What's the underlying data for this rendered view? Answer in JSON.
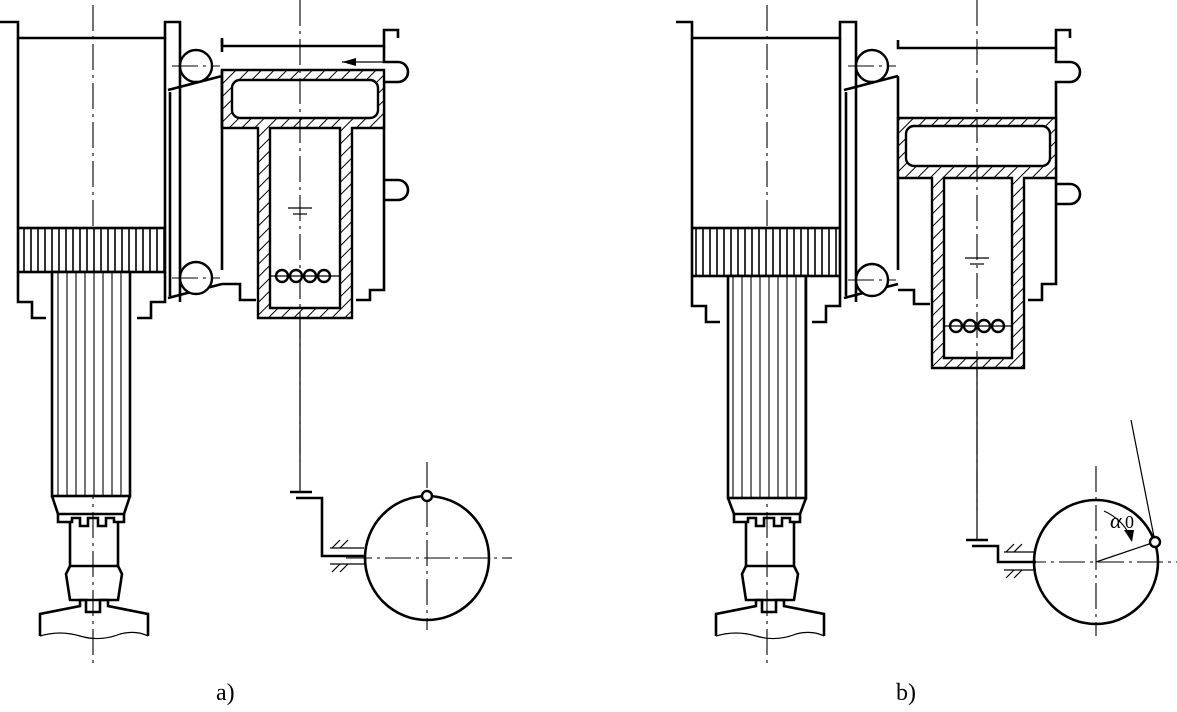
{
  "figure": {
    "label_a": "a)",
    "label_b": "b)",
    "angle_symbol": "α",
    "angle_subscript": "0"
  },
  "panels": [
    {
      "id": "a",
      "valve_position": "top",
      "crank_pin": "top"
    },
    {
      "id": "b",
      "valve_position": "lowered",
      "crank_pin": "rotated by α0"
    }
  ],
  "colors": {
    "ink": "#000000",
    "background": "#ffffff"
  }
}
